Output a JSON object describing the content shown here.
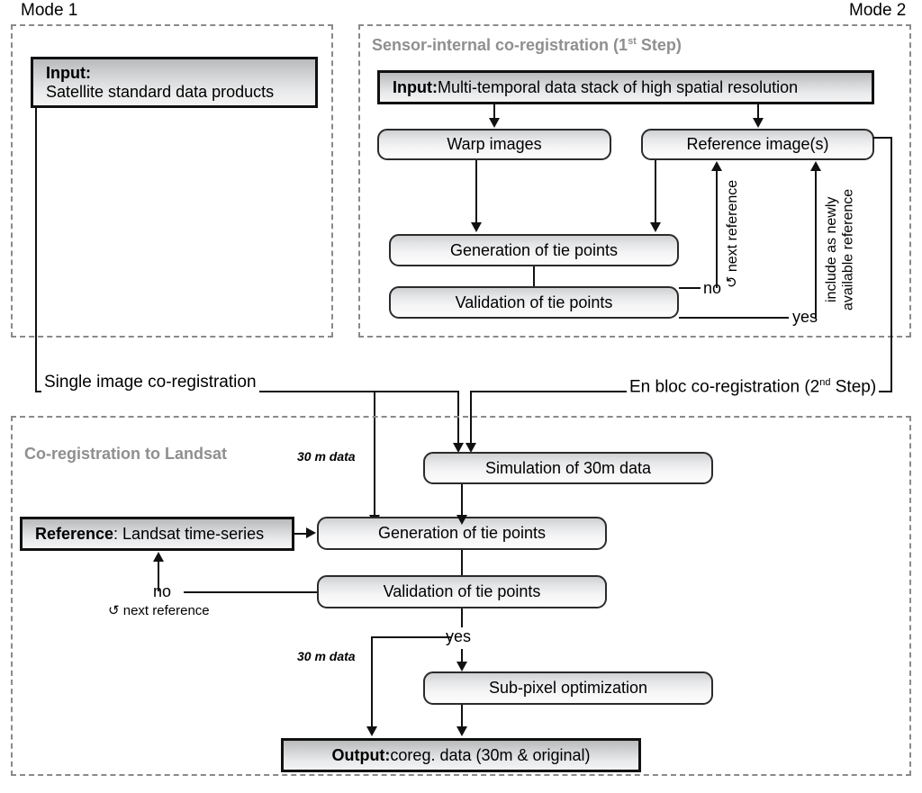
{
  "modes": {
    "mode1_label": "Mode 1",
    "mode2_label": "Mode 2"
  },
  "sections": {
    "sensor_internal": "Sensor-internal co-registration (1st Step)",
    "sensor_internal_main": "Sensor-internal co-registration (1",
    "sensor_internal_sup": "st",
    "sensor_internal_tail": " Step)",
    "coreg_landsat": "Co-registration to Landsat"
  },
  "nodes": {
    "input_mode1_label": "Input:",
    "input_mode1_text": "Satellite standard data products",
    "input_mode2_label": "Input:",
    "input_mode2_text": " Multi-temporal data stack of high spatial resolution",
    "warp_images": "Warp images",
    "reference_images": "Reference image(s)",
    "generation_tie_points_top": "Generation of tie points",
    "validation_tie_points_top": "Validation of tie points",
    "simulation_30m": "Simulation of 30m data",
    "reference_landsat_label": "Reference",
    "reference_landsat_text": ": Landsat time-series",
    "generation_tie_points_bottom": "Generation of tie points",
    "validation_tie_points_bottom": "Validation of tie points",
    "subpixel_optimization": "Sub-pixel optimization",
    "output_label": "Output:",
    "output_text": " coreg. data (30m & original)"
  },
  "edge_labels": {
    "no_top": "no",
    "yes_top": "yes",
    "no_bottom": "no",
    "yes_bottom": "yes",
    "next_reference_top": "↺ next reference",
    "next_reference_bottom": "↺ next reference",
    "include_newly_available": "include as newly\navailable reference",
    "thirty_m_data_1": "30 m data",
    "thirty_m_data_2": "30 m data",
    "single_image_coreg": "Single image co-registration",
    "en_bloc_coreg": "En bloc co-registration (2nd Step)",
    "en_bloc_main": "En bloc co-registration (2",
    "en_bloc_sup": "nd",
    "en_bloc_tail": " Step)"
  },
  "colors": {
    "dashed_border": "#8a8a8a",
    "section_title": "#8f8f8f",
    "line": "#111111",
    "node_border": "#2b2b2b",
    "node_fill_top": "#cfd0d2",
    "node_fill_bottom": "#fcfcfc"
  }
}
